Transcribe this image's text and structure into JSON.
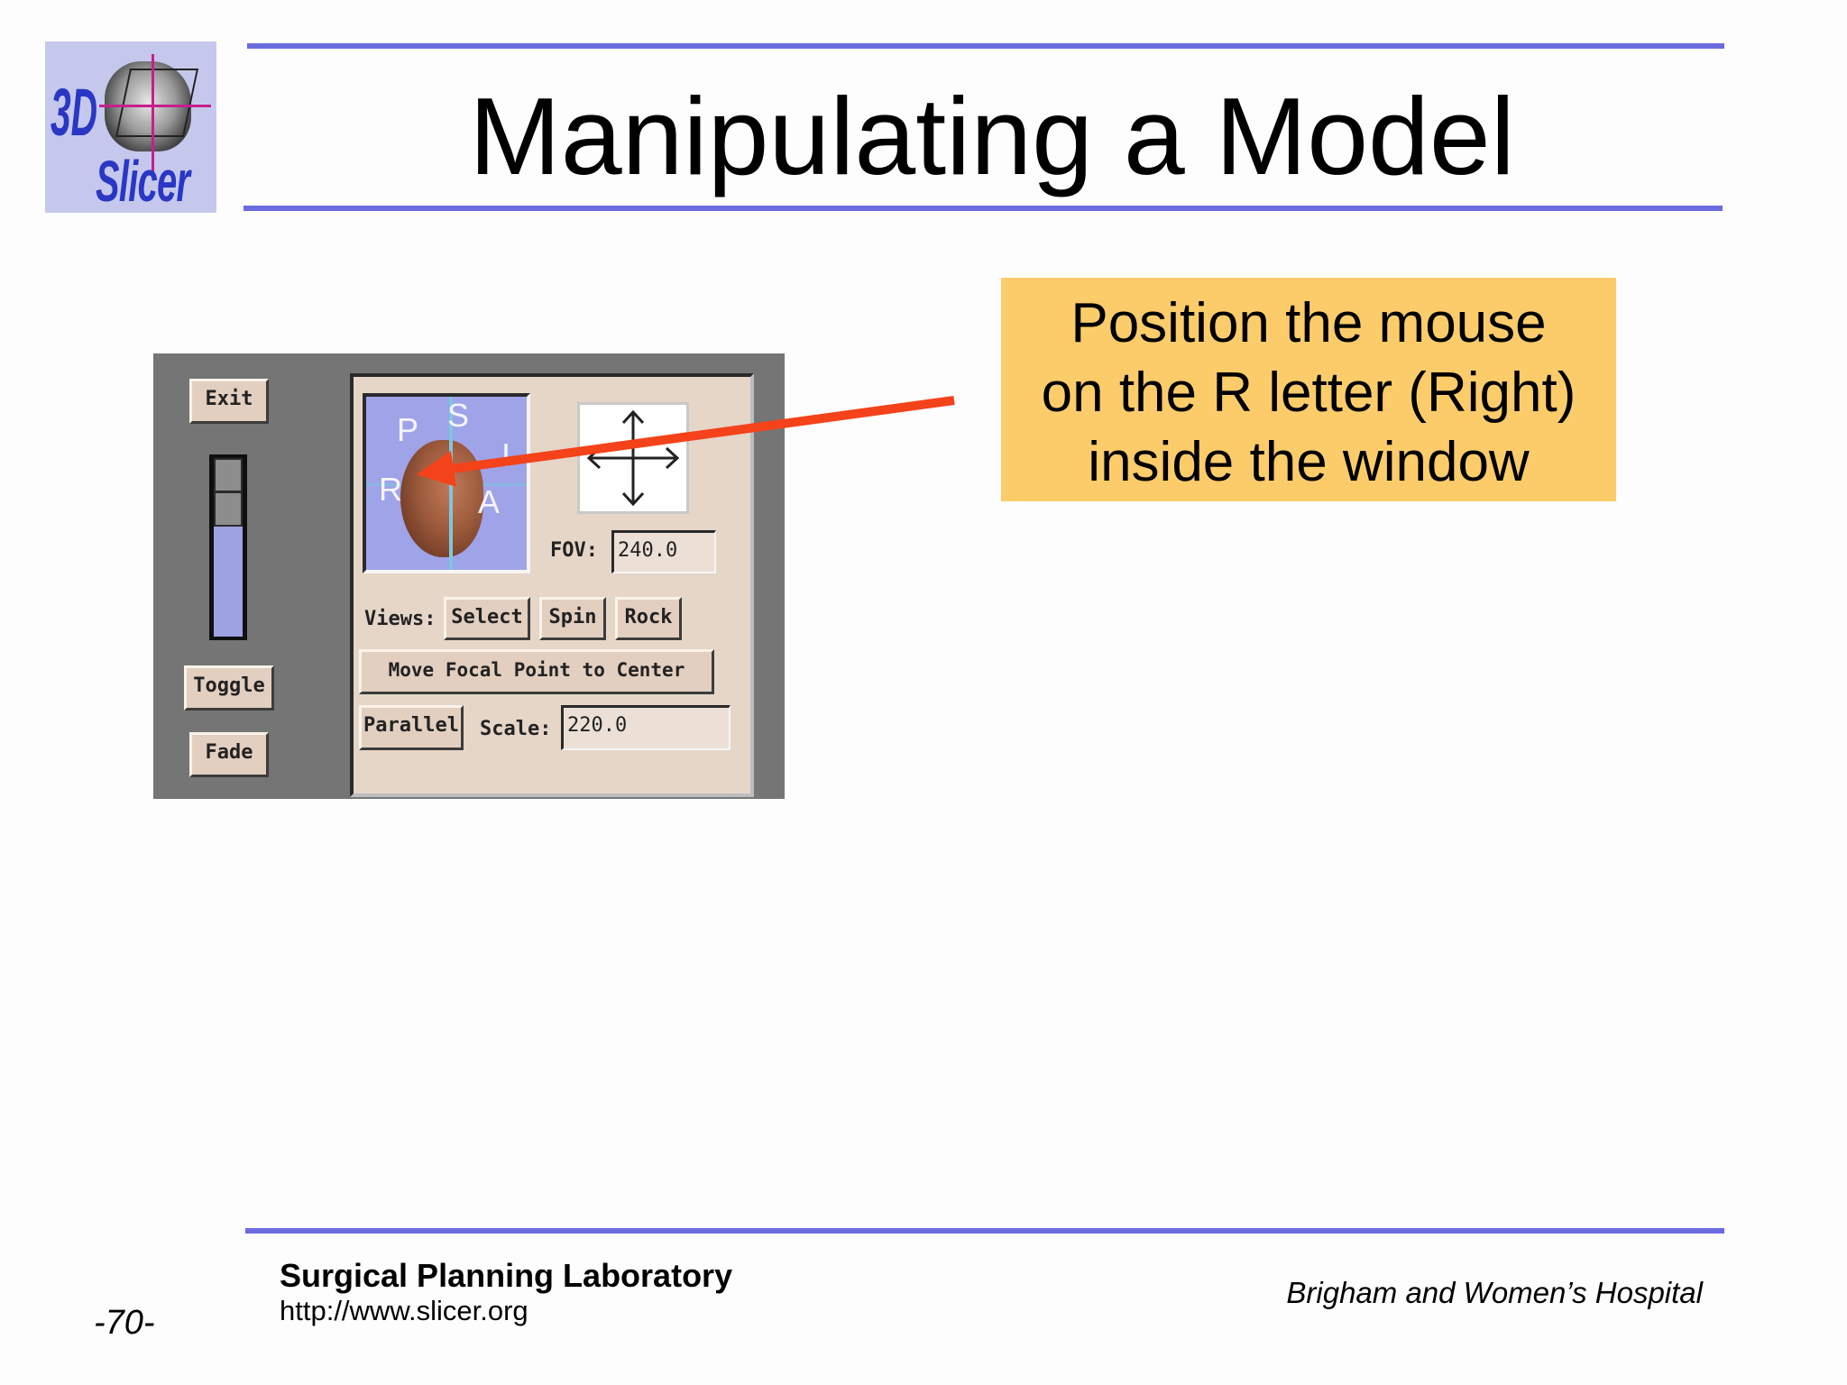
{
  "slide": {
    "title": "Manipulating a Model",
    "page_number": "-70-",
    "accent_color": "#6b6be0",
    "callout": {
      "lines": [
        "Position the mouse",
        "on the R letter (Right)",
        "inside the window"
      ],
      "background": "#fccc6b",
      "arrow_color": "#f4421a"
    },
    "logo": {
      "text_top": "3D",
      "text_bottom": "Slicer"
    }
  },
  "app": {
    "exit_label": "Exit",
    "toggle_label": "Toggle",
    "fade_label": "Fade",
    "view3d": {
      "labels": [
        "P",
        "S",
        "R",
        "A",
        "I"
      ]
    },
    "fov": {
      "label": "FOV:",
      "value": "240.0"
    },
    "views": {
      "label": "Views:",
      "select_label": "Select",
      "spin_label": "Spin",
      "rock_label": "Rock"
    },
    "move_focal_label": "Move Focal Point to Center",
    "parallel_label": "Parallel",
    "scale": {
      "label": "Scale:",
      "value": "220.0"
    }
  },
  "footer": {
    "org": "Surgical Planning Laboratory",
    "url": "http://www.slicer.org",
    "hospital": "Brigham and Women’s Hospital"
  }
}
